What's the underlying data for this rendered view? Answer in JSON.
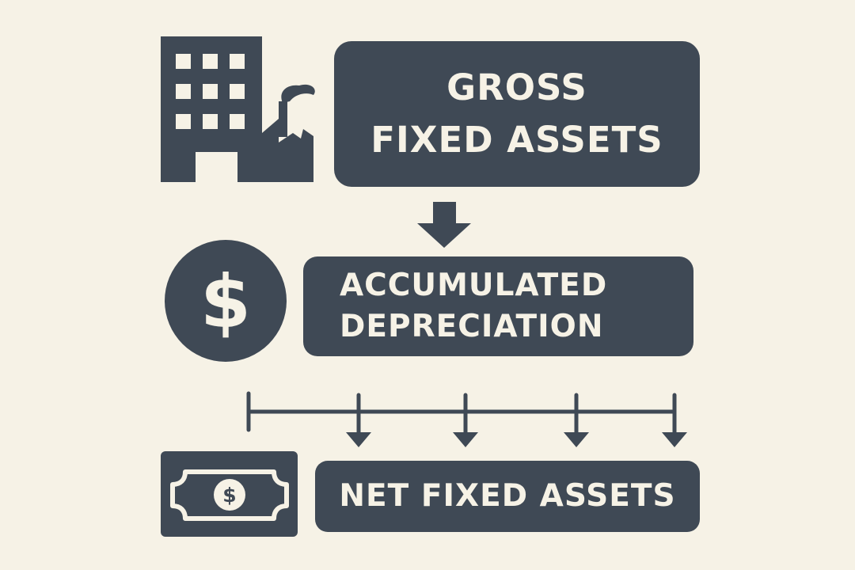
{
  "colors": {
    "background": "#f6f2e6",
    "box": "#3f4955",
    "text": "#f6f2e6"
  },
  "boxes": {
    "gross": {
      "lines": [
        "GROSS",
        "FIXED ASSETS"
      ]
    },
    "accumulated": {
      "lines": [
        "ACCUMULATED",
        "DEPRECIATION"
      ]
    },
    "net": {
      "lines": [
        "NET FIXED ASSETS"
      ]
    }
  },
  "icons": {
    "top": "factory-building-icon",
    "middle": "dollar-coin-icon",
    "bottom": "banknote-icon",
    "connector": "down-arrow-icon",
    "timeline": "depreciation-timeline-icon"
  },
  "timeline": {
    "arrow_count": 4
  }
}
